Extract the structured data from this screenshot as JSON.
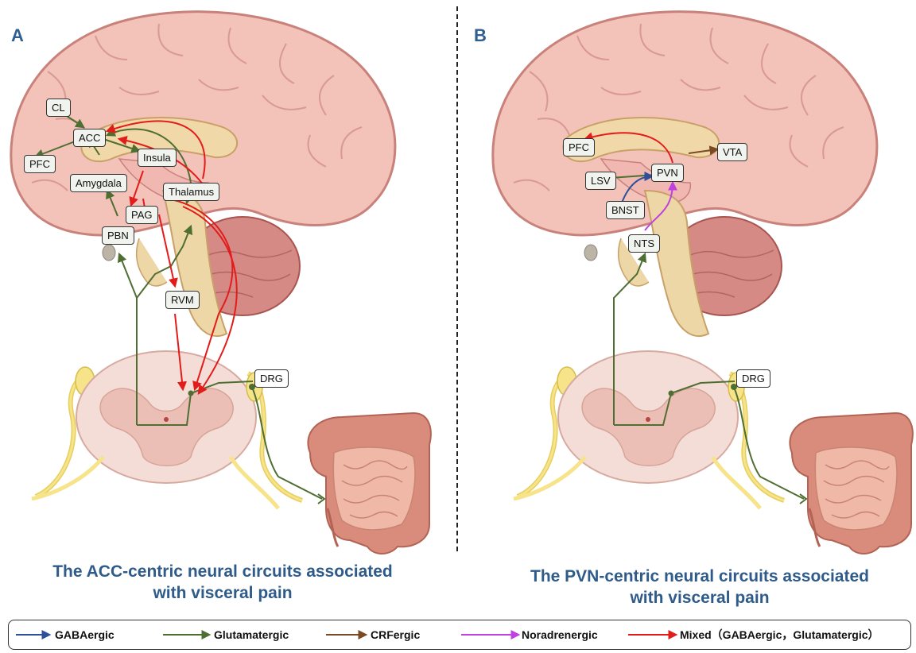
{
  "panels": {
    "a": {
      "letter": "A",
      "caption_line1": "The ACC-centric neural circuits associated",
      "caption_line2": "with visceral pain",
      "labels": {
        "cl": "CL",
        "acc": "ACC",
        "pfc": "PFC",
        "insula": "Insula",
        "amygdala": "Amygdala",
        "thalamus": "Thalamus",
        "pag": "PAG",
        "pbn": "PBN",
        "rvm": "RVM",
        "drg": "DRG"
      }
    },
    "b": {
      "letter": "B",
      "caption_line1": "The PVN-centric neural circuits associated",
      "caption_line2": "with visceral pain",
      "labels": {
        "pfc": "PFC",
        "vta": "VTA",
        "lsv": "LSV",
        "pvn": "PVN",
        "bnst": "BNST",
        "nts": "NTS",
        "drg": "DRG"
      }
    }
  },
  "legend": [
    {
      "label": "GABAergic",
      "color": "#2e4f9a"
    },
    {
      "label": "Glutamatergic",
      "color": "#4f6e32"
    },
    {
      "label": "CRFergic",
      "color": "#7a4a25"
    },
    {
      "label": "Noradrenergic",
      "color": "#c040e0"
    },
    {
      "label": "Mixed（GABAergic，Glutamatergic）",
      "color": "#e21b1b"
    }
  ]
}
